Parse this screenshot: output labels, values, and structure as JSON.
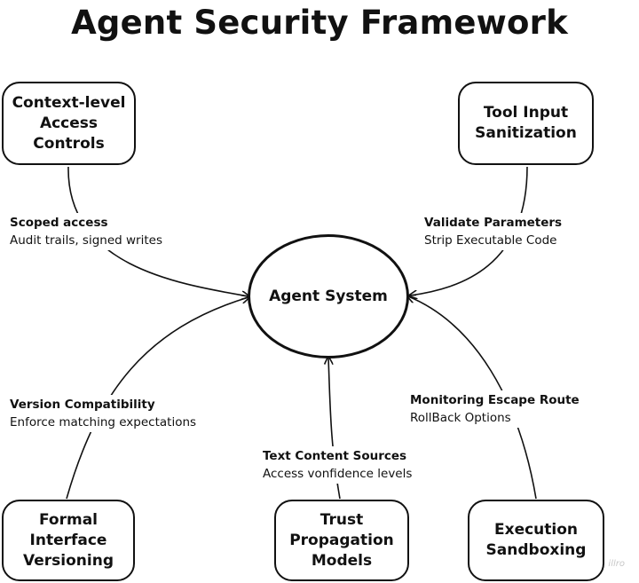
{
  "title": "Agent Security Framework",
  "hub": "Agent System",
  "boxes": {
    "context": "Context-level\nAccess Controls",
    "tool": "Tool Input\nSanitization",
    "formal": "Formal\nInterface\nVersioning",
    "trust": "Trust\nPropagation\nModels",
    "execution": "Execution\nSandboxing"
  },
  "labels": {
    "scoped": {
      "heading": "Scoped access",
      "sub": "Audit trails, signed writes"
    },
    "validate": {
      "heading": "Validate Parameters",
      "sub": "Strip Executable Code"
    },
    "version": {
      "heading": "Version Compatibility",
      "sub": "Enforce matching expectations"
    },
    "text": {
      "heading": "Text Content Sources",
      "sub": "Access vonfidence levels"
    },
    "monitor": {
      "heading": "Monitoring Escape Route",
      "sub": "RollBack Options"
    }
  },
  "watermark": "illro"
}
